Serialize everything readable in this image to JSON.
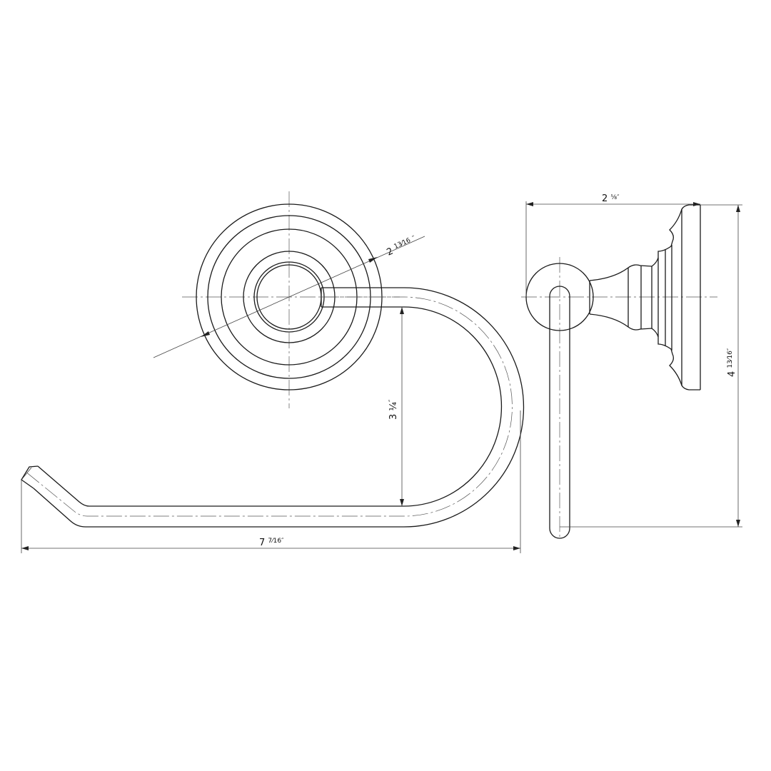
{
  "drawing": {
    "title": "Toilet paper holder technical drawing",
    "views": [
      "front-view",
      "side-view"
    ],
    "line_color": "#1a1a1a",
    "background": "#ffffff"
  },
  "dimensions": {
    "rosette_diameter": {
      "whole": "2",
      "fraction": "13⁄16",
      "unit": "″",
      "full": "2 13/16″"
    },
    "arm_drop": {
      "whole": "3",
      "fraction": "¼",
      "unit": "″",
      "full": "3 1/4″"
    },
    "overall_width": {
      "whole": "7",
      "fraction": "7⁄16",
      "unit": "″",
      "full": "7 7/16″"
    },
    "projection": {
      "whole": "2",
      "fraction": "⅝",
      "unit": "″",
      "full": "2 5/8″"
    },
    "overall_height": {
      "whole": "4",
      "fraction": "13⁄16",
      "unit": "″",
      "full": "4 13/16″"
    }
  }
}
